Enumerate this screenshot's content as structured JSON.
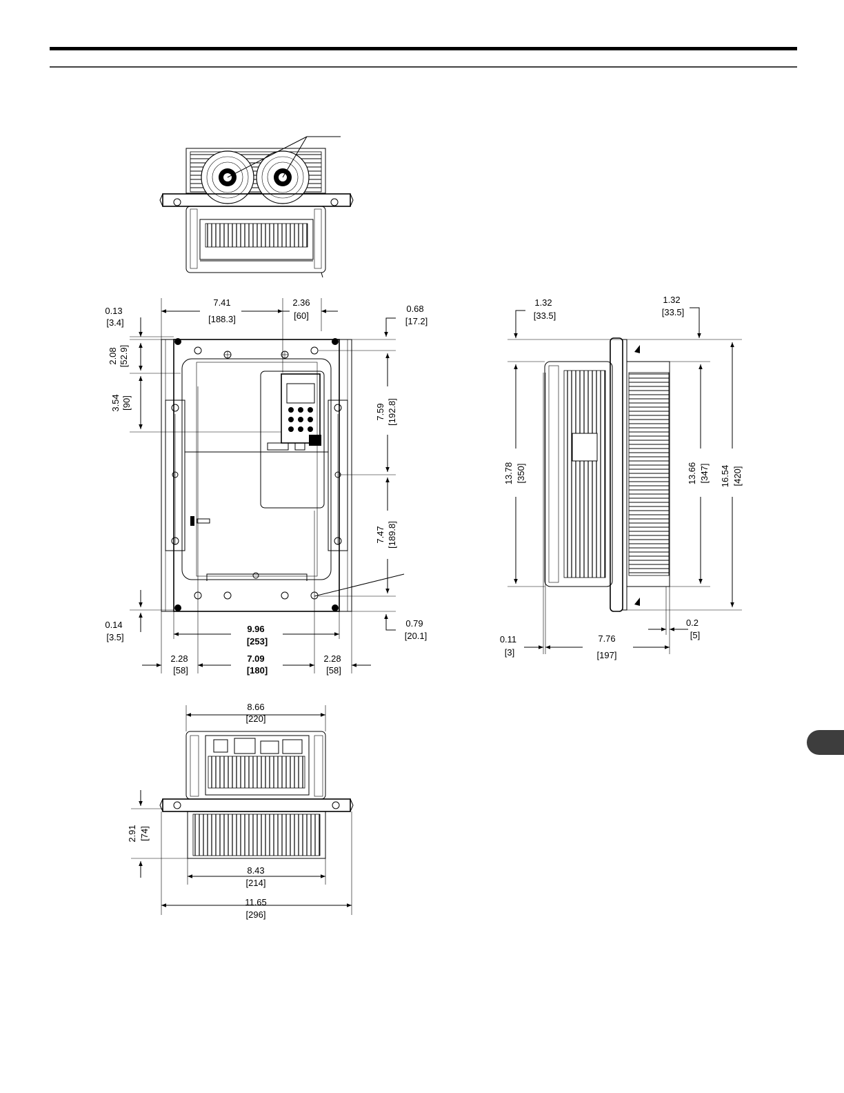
{
  "dims": {
    "top_7_41": "7.41",
    "top_188_3": "[188.3]",
    "top_2_36": "2.36",
    "top_60": "[60]",
    "lt_0_13": "0.13",
    "lt_3_4": "[3.4]",
    "lt_2_08": "2.08",
    "lt_52_9": "[52.9]",
    "lt_3_54": "3.54",
    "lt_90": "[90]",
    "lb_0_14": "0.14",
    "lb_3_5": "[3.5]",
    "rt_0_68": "0.68",
    "rt_17_2": "[17.2]",
    "r_7_59": "7.59",
    "r_192_8": "[192.8]",
    "r_7_47": "7.47",
    "r_189_8": "[189.8]",
    "rb_0_79": "0.79",
    "rb_20_1": "[20.1]",
    "b_9_96": "9.96",
    "b_253": "[253]",
    "b_7_09": "7.09",
    "b_180": "[180]",
    "bl_2_28": "2.28",
    "bl_58": "[58]",
    "br_2_28": "2.28",
    "br_58": "[58]",
    "s_1_32a": "1.32",
    "s_33_5a": "[33.5]",
    "s_1_32b": "1.32",
    "s_33_5b": "[33.5]",
    "s_13_78": "13.78",
    "s_350": "[350]",
    "s_13_66": "13.66",
    "s_347": "[347]",
    "s_16_54": "16.54",
    "s_420": "[420]",
    "s_0_2": "0.2",
    "s_5": "[5]",
    "s_0_11": "0.11",
    "s_3": "[3]",
    "s_7_76": "7.76",
    "s_197": "[197]",
    "bt_8_66": "8.66",
    "bt_220": "[220]",
    "bt_2_91": "2.91",
    "bt_74": "[74]",
    "bt_8_43": "8.43",
    "bt_214": "[214]",
    "bt_11_65": "11.65",
    "bt_296": "[296]"
  }
}
